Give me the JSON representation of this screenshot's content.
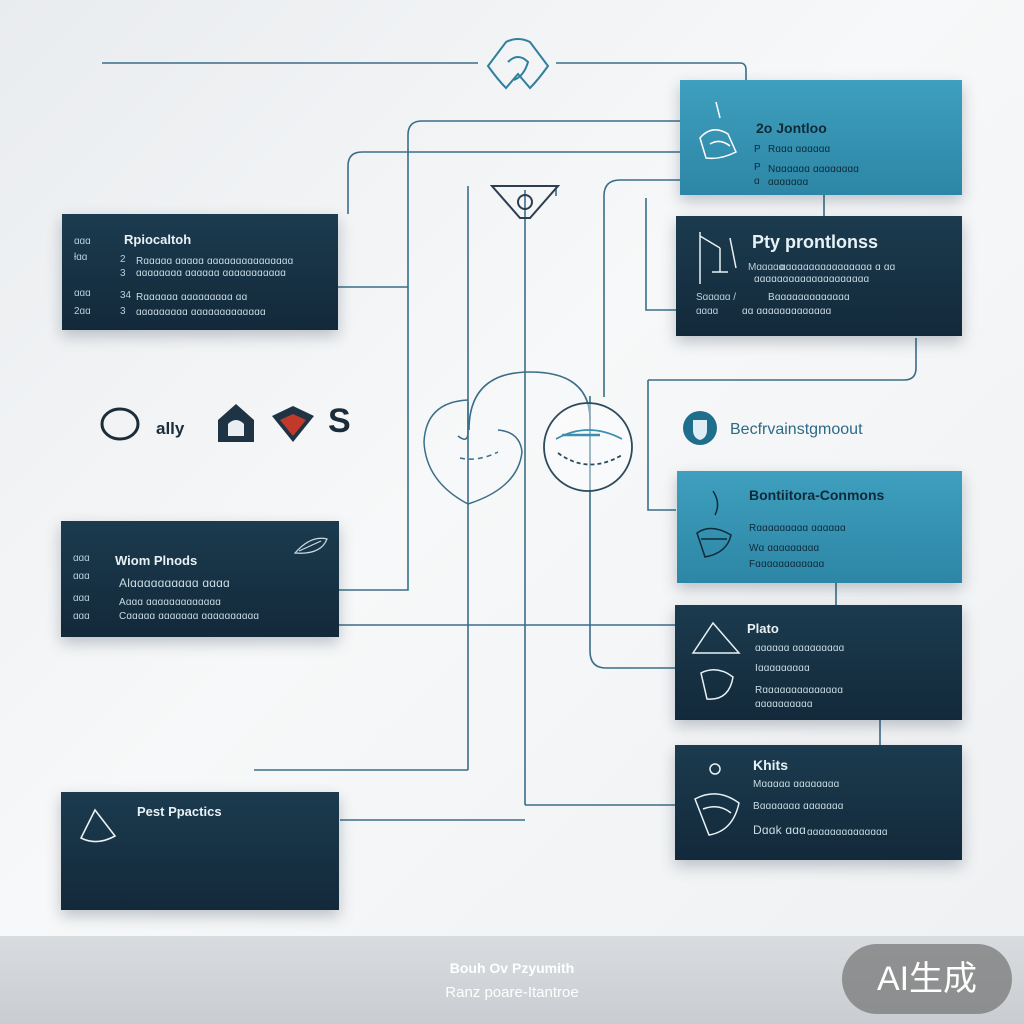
{
  "colors": {
    "dark_card": "#16303f",
    "teal_card": "#3596b6",
    "line": "#3a6e88",
    "accent_red": "#c0392b"
  },
  "left_cards": [
    {
      "title": "Rpiocaltoh",
      "marks": [
        "ɑɑɑ",
        "ƚɑɑ",
        "ɑɑɑ",
        "2ɑɑ"
      ],
      "nums": [
        "2",
        "3",
        "34",
        "3"
      ],
      "lines": [
        "Rɑɑɑɑɑ ɑɑɑɑɑ ɑɑɑɑɑɑɑɑɑɑɑɑɑɑɑ",
        "ɑɑɑɑɑɑɑɑ ɑɑɑɑɑɑ ɑɑɑɑɑɑɑɑɑɑɑ",
        "Rɑɑɑɑɑɑ ɑɑɑɑɑɑɑɑɑ ɑɑ",
        "ɑɑɑɑɑɑɑɑɑ ɑɑɑɑɑɑɑɑɑɑɑɑɑ"
      ]
    },
    {
      "title": "Wiom Plnods",
      "marks": [
        "ɑɑɑ",
        "ɑɑɑ",
        "ɑɑɑ",
        "ɑɑɑ"
      ],
      "lines": [
        "Alɑɑɑɑɑɑɑɑɑɑ ɑɑɑɑ",
        "Aɑɑɑ ɑɑɑɑɑɑɑɑɑɑɑɑɑ",
        "Cɑɑɑɑɑ ɑɑɑɑɑɑɑ ɑɑɑɑɑɑɑɑɑɑ"
      ]
    },
    {
      "title": "Pest Ppactics"
    }
  ],
  "right_cards": [
    {
      "title": "2o Jontloo",
      "marks": [
        "P",
        "P",
        "ɑ"
      ],
      "lines": [
        "Rɑɑɑ ɑɑɑɑɑɑ",
        "Nɑɑɑɑɑɑ ɑɑɑɑɑɑɑɑ",
        "ɑɑɑɑɑɑɑ"
      ]
    },
    {
      "title": "Pty prontlonss",
      "marks": [
        "Mɑɑɑɑɑ",
        "Sɑɑɑɑɑ /",
        "ɑɑɑɑ"
      ],
      "lines": [
        "ɑɑɑɑɑɑɑɑɑɑɑɑɑɑɑɑ ɑ ɑɑ",
        "ɑɑɑɑɑɑɑɑɑɑɑɑɑɑɑɑɑɑɑɑ",
        "Bɑɑɑɑɑɑɑɑɑɑɑɑɑ",
        "ɑɑ ɑɑɑɑɑɑɑɑɑɑɑɑɑ"
      ]
    },
    {
      "title": "Bontiitora-Conmons",
      "lines": [
        "Rɑɑɑɑɑɑɑɑɑ ɑɑɑɑɑɑ",
        "Wɑ ɑɑɑɑɑɑɑɑɑ",
        "Fɑɑɑɑɑɑɑɑɑɑɑɑ"
      ]
    },
    {
      "title": "Plato",
      "lines": [
        "ɑɑɑɑɑɑ ɑɑɑɑɑɑɑɑɑ",
        "Iɑɑɑɑɑɑɑɑɑ",
        "Rɑɑɑɑɑɑɑɑɑɑɑɑɑɑ",
        "ɑɑɑɑɑɑɑɑɑɑ"
      ]
    },
    {
      "title": "Khits",
      "lines": [
        "Mɑɑɑɑɑ ɑɑɑɑɑɑɑɑ",
        "Bɑɑɑɑɑɑɑ ɑɑɑɑɑɑɑ",
        "Dɑɑk ɑɑɑ",
        "ɑɑɑɑɑɑɑɑɑɑɑɑɑɑ"
      ]
    }
  ],
  "icon_row": {
    "text1": "ally",
    "text2": "S"
  },
  "mid_right_label": "Becfrvainstgmoout",
  "footer": {
    "line1": "Bouh Ov  Pzyumith",
    "line2": "Ranz poare-Itantroe"
  },
  "badge": "AI生成"
}
